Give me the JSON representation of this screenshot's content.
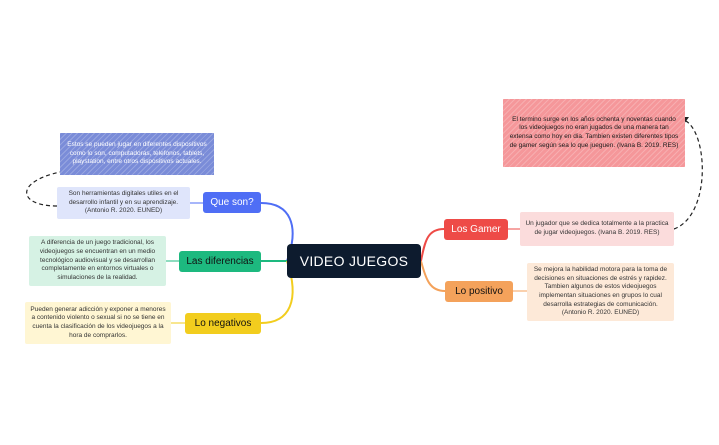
{
  "central": "VIDEO JUEGOS",
  "topics": {
    "que_son": "Que son?",
    "diferencias": "Las diferencias",
    "negativos": "Lo negativos",
    "gamer": "Los Gamer",
    "positivo": "Lo positivo"
  },
  "notes": {
    "que_son": "Son herramientas digitales utiles en el desarrollo infantil y en su aprendizaje. (Antonio R. 2020. EUNED)",
    "diferencias": "A diferencia de un juego tradicional, los videojuegos se encuentran en un medio tecnológico audiovisual y se desarrollan completamente en entornos virtuales o simulaciones de la realidad.",
    "negativos": "Pueden generar adicción y exponer a menores a contenido violento o sexual si no se tiene en cuenta la clasificación de los videojuegos a la hora de comprarlos.",
    "gamer": "Un jugador que se dedica totalmente a la practica de jugar videojuegos. (Ivana B. 2019. RES)",
    "positivo": "Se mejora la habilidad motora para la toma de decisiones en situaciones de estrés y rapidez. Tambien algunos de estos videojuegos implementan situaciones en grupos lo cual desarrolla estrategias de comunicación. (Antonio R. 2020. EUNED)"
  },
  "callouts": {
    "que_son": "Estos se pueden jugar en diferentes dispositivos como lo son, computadoras, telefonos, tablets, playstation, entre otros dispositivos actuales.",
    "gamer": "El termino surge en los años ochenta y noventas cuando los videojuegos no eran jugados de una manera tan extensa como hoy en dia. Tambien existen diferentes tipos de gamer según sea lo que jueguen. (Ivana B. 2019. RES)"
  },
  "colors": {
    "central": "#0d1b2e",
    "que_son": "#4f6ef5",
    "diferencias": "#1db97f",
    "negativos": "#f2cd1e",
    "gamer": "#ee4b47",
    "positivo": "#f4a25b"
  }
}
